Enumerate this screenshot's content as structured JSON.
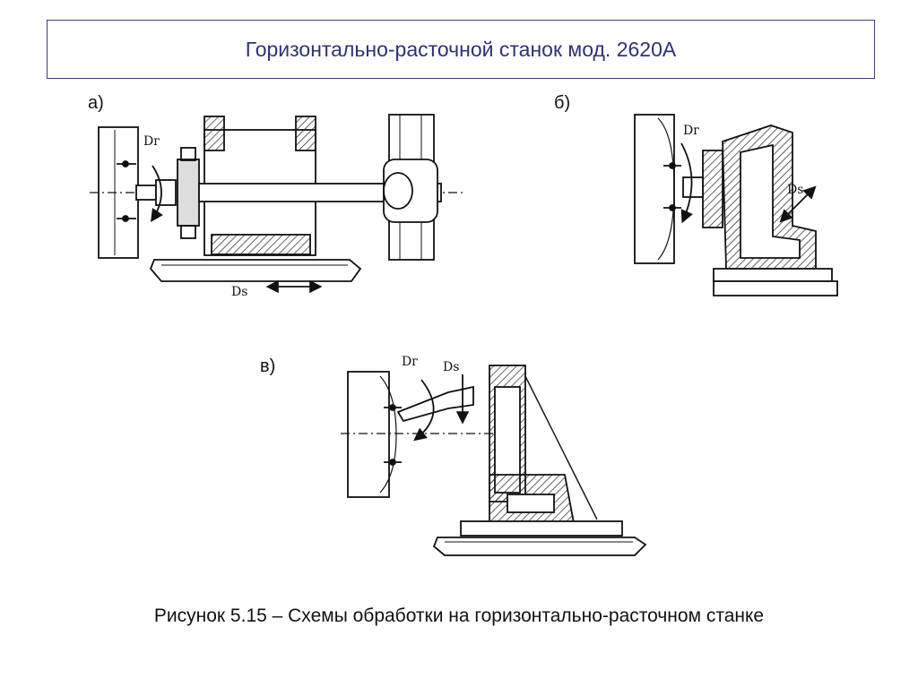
{
  "title": "Горизонтально-расточной станок мод. 2620А",
  "figures": {
    "a": {
      "label": "а)",
      "rotation_mark": "Dг",
      "feed_mark": "Ds"
    },
    "b": {
      "label": "б)",
      "rotation_mark": "Dг",
      "feed_mark": "Ds"
    },
    "v": {
      "label": "в)",
      "rotation_mark": "Dг",
      "feed_mark": "Ds"
    }
  },
  "caption": "Рисунок 5.15 – Схемы обработки на горизонтально-расточном станке",
  "colors": {
    "title": "#2e3275",
    "frame": "#3a3f78",
    "ink": "#111111"
  }
}
